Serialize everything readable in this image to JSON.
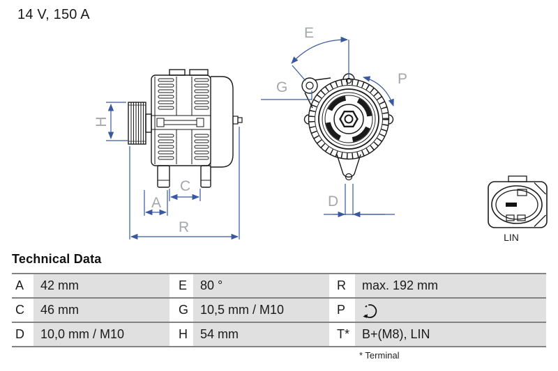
{
  "title": "14 V, 150 A",
  "diagram": {
    "side_view_labels": {
      "H": "H",
      "A": "A",
      "C": "C",
      "R": "R"
    },
    "front_view_labels": {
      "E": "E",
      "G": "G",
      "P": "P",
      "D": "D"
    },
    "connector_label": "LIN"
  },
  "technical_data": {
    "heading": "Technical Data",
    "rows": [
      {
        "cells": [
          {
            "key": "A",
            "value": "42 mm"
          },
          {
            "key": "E",
            "value": "80 °"
          },
          {
            "key": "R",
            "value": "max. 192 mm"
          }
        ]
      },
      {
        "cells": [
          {
            "key": "C",
            "value": "46 mm"
          },
          {
            "key": "G",
            "value": "10,5 mm / M10"
          },
          {
            "key": "P",
            "value": "",
            "icon": "rotation-direction-icon"
          }
        ]
      },
      {
        "cells": [
          {
            "key": "D",
            "value": "10,0 mm / M10"
          },
          {
            "key": "H",
            "value": "54 mm"
          },
          {
            "key": "T*",
            "value": "B+(M8), LIN"
          }
        ]
      }
    ],
    "footnote": "* Terminal"
  },
  "colors": {
    "dimension_blue": "#3a58a0",
    "label_gray": "#a4a7ac",
    "table_cell_bg": "#e0e0e0",
    "table_line": "#828282",
    "ink": "#1a1a1a"
  }
}
